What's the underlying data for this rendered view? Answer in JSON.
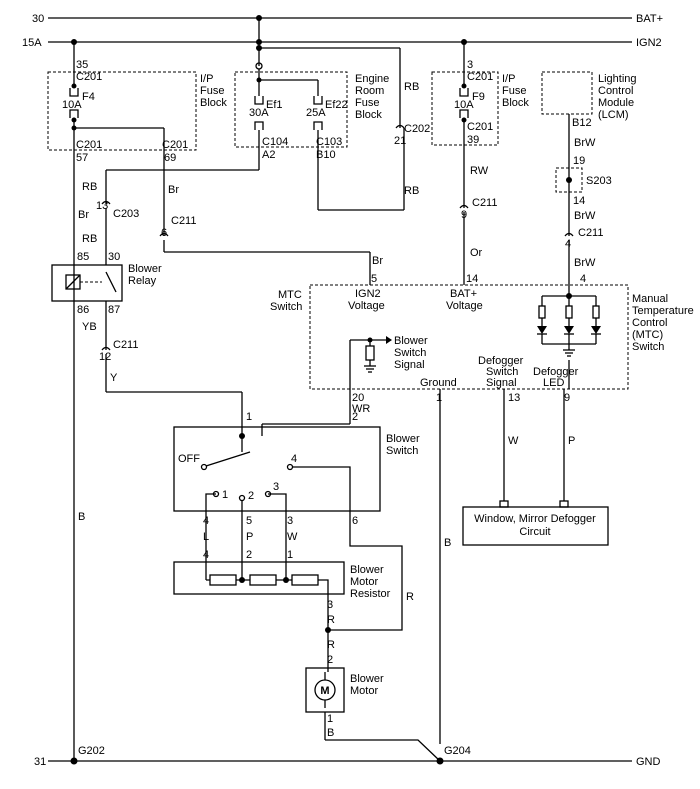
{
  "rails": {
    "bat_left": "30",
    "bat_right": "BAT+",
    "ign_left": "15A",
    "ign_right": "IGN2",
    "gnd_left": "31",
    "gnd_right": "GND"
  },
  "ip_fuse_block": {
    "label_lines": [
      "I/P",
      "Fuse",
      "Block"
    ],
    "pin_top": "35",
    "conn_top": "C201",
    "fuse_name": "F4",
    "fuse_rating": "10A",
    "conn_bl": "C201",
    "pin_bl": "57",
    "conn_br": "C201",
    "pin_br": "69"
  },
  "engine_room_fuse_block": {
    "label_lines": [
      "Engine",
      "Room",
      "Fuse",
      "Block"
    ],
    "fuse1_name": "Ef1",
    "fuse1_rating": "30A",
    "fuse2_name": "Ef22",
    "fuse2_rating": "25A",
    "conn1": "C104",
    "pin1": "A2",
    "conn2": "C103",
    "pin2": "B10"
  },
  "ip_fuse_block_2": {
    "label_lines": [
      "I/P",
      "Fuse",
      "Block"
    ],
    "pin_top": "3",
    "conn_top": "C201",
    "fuse_name": "F9",
    "fuse_rating": "10A",
    "conn_bottom": "C201",
    "pin_bottom": "39"
  },
  "lcm": {
    "label_lines": [
      "Lighting",
      "Control",
      "Module",
      "(LCM)"
    ],
    "pin": "B12"
  },
  "wires": {
    "rb1": "RB",
    "rb2": "RB",
    "rb3": "RB",
    "rb4": "RB",
    "br1": "Br",
    "br2": "Br",
    "br3": "Br",
    "brw1": "BrW",
    "brw2": "BrW",
    "brw3": "BrW",
    "rw": "RW",
    "or": "Or",
    "yb": "YB",
    "y": "Y",
    "b1": "B",
    "b2": "B",
    "b3": "B",
    "wr": "WR",
    "w1": "W",
    "l": "L",
    "p1": "P",
    "w2": "W",
    "p2": "P",
    "r1": "R",
    "r2": "R",
    "r3": "R"
  },
  "connectors": {
    "c202": "C202",
    "c202_pin": "21",
    "c203": "C203",
    "c203_pin": "13",
    "c211_a": "C211",
    "c211_a_pin": "6",
    "c211_b": "C211",
    "c211_b_pin": "9",
    "c211_c": "C211",
    "c211_c_pin": "4",
    "c211_d": "C211",
    "c211_d_pin": "12",
    "s203": "S203",
    "s203_pin_top": "19",
    "s203_pin_bottom": "14"
  },
  "blower_relay": {
    "label_lines": [
      "Blower",
      "Relay"
    ],
    "pin85": "85",
    "pin30": "30",
    "pin86": "86",
    "pin87": "87"
  },
  "mtc": {
    "left_label_lines": [
      "MTC",
      "Switch"
    ],
    "right_label_lines": [
      "Manual",
      "Temperature",
      "Control",
      "(MTC)",
      "Switch"
    ],
    "pin5": "5",
    "ign2_lines": [
      "IGN2",
      "Voltage"
    ],
    "pin14": "14",
    "bat_lines": [
      "BAT+",
      "Voltage"
    ],
    "pin4": "4",
    "blower_signal_lines": [
      "Blower",
      "Switch",
      "Signal"
    ],
    "defogger_signal_lines": [
      "Defogger",
      "Switch",
      "Signal"
    ],
    "defogger_led_lines": [
      "Defogger",
      "LED"
    ],
    "ground_label": "Ground",
    "pin20": "20",
    "pin1": "1",
    "pin13": "13",
    "pin9": "9"
  },
  "blower_switch": {
    "label_lines": [
      "Blower",
      "Switch"
    ],
    "off_label": "OFF",
    "pos1": "1",
    "pos2": "2",
    "pos3": "3",
    "pos4": "4",
    "pin_top1": "1",
    "pin_top2": "2",
    "pin_b4": "4",
    "pin_b5": "5",
    "pin_b3": "3",
    "pin_b6": "6"
  },
  "blower_motor_resistor": {
    "label_lines": [
      "Blower",
      "Motor",
      "Resistor"
    ],
    "pin4": "4",
    "pin2": "2",
    "pin1": "1",
    "pin3": "3"
  },
  "blower_motor": {
    "label_lines": [
      "Blower",
      "Motor"
    ],
    "symbol": "M",
    "pin2": "2",
    "pin1": "1"
  },
  "defogger_circuit": {
    "label_lines": [
      "Window, Mirror Defogger",
      "Circuit"
    ]
  },
  "grounds": {
    "g202": "G202",
    "g204": "G204"
  }
}
